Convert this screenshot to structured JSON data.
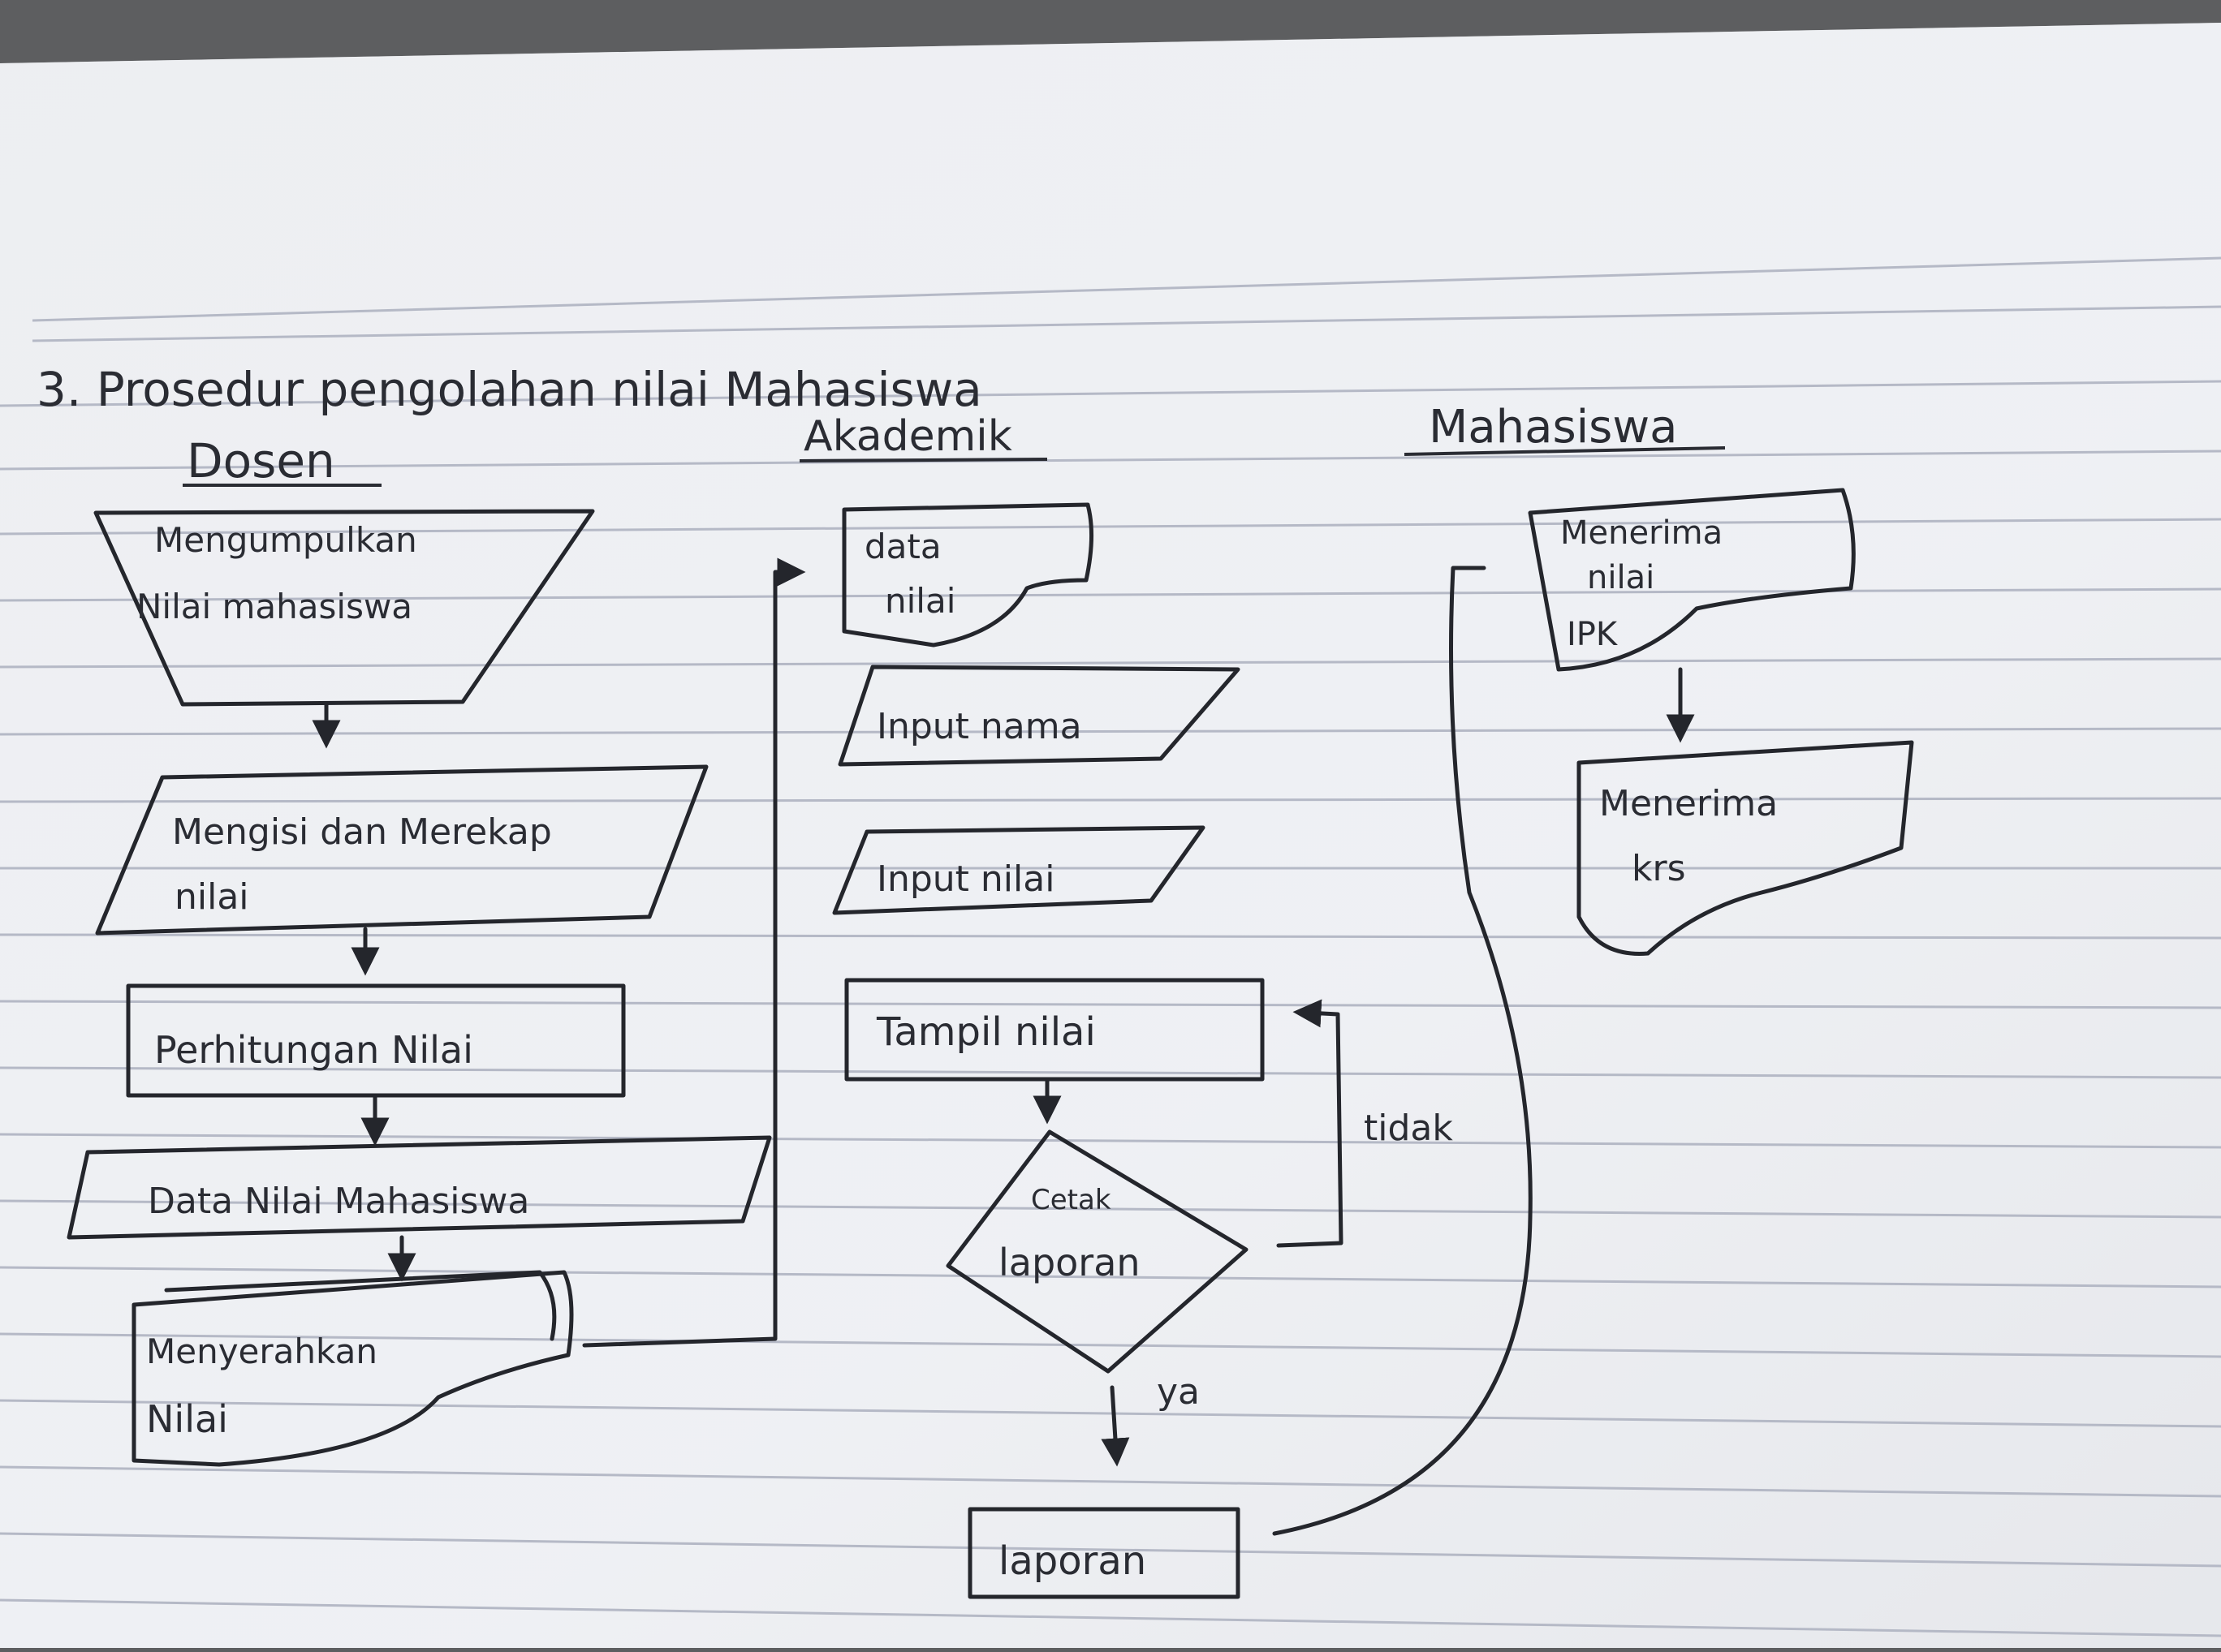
{
  "title": "3. Prosedur pengolahan nilai Mahasiswa",
  "lanes": {
    "dosen": "Dosen",
    "akademik": "Akademik",
    "mahasiswa": "Mahasiswa"
  },
  "dosen": {
    "step1": [
      "Mengumpulkan",
      "Nilai mahasiswa"
    ],
    "step2": [
      "Mengisi dan Merekap",
      "nilai"
    ],
    "step3": "Perhitungan Nilai",
    "step4": "Data Nilai Mahasiswa",
    "step5": [
      "Menyerahkan",
      "Nilai"
    ]
  },
  "akademik": {
    "doc": [
      "data",
      "nilai"
    ],
    "input_nama": "Input nama",
    "input_nilai": "Input nilai",
    "tampil": "Tampil nilai",
    "decision": [
      "Cetak",
      "laporan"
    ],
    "no_label": "tidak",
    "yes_label": "ya",
    "laporan": "laporan"
  },
  "mahasiswa": {
    "doc1": [
      "Menerima",
      "nilai",
      "IPK"
    ],
    "doc2": [
      "Menerima",
      "krs"
    ]
  }
}
